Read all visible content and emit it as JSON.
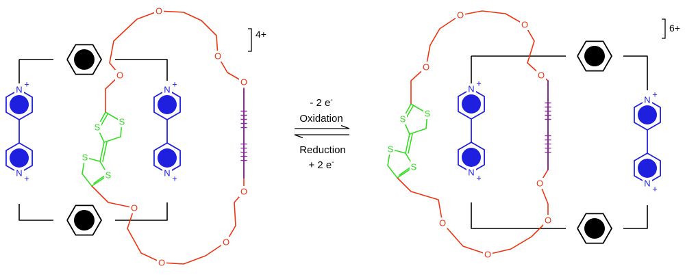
{
  "colors": {
    "bond": "#000000",
    "viologen": "#1f1fe0",
    "ttf": "#33dd22",
    "ether": "#ee3311",
    "alkyne": "#8a2a9a"
  },
  "atoms": {
    "oxygen": "O",
    "sulfur": "S",
    "nitrogen": "N",
    "plus": "+"
  },
  "left": {
    "charge": "4+"
  },
  "right": {
    "charge": "6+"
  },
  "arrows": {
    "top_coef": "- 2 e",
    "top_sup": "-",
    "top_label": "Oxidation",
    "bottom_label": "Reduction",
    "bottom_coef": "+ 2 e",
    "bottom_sup": "-"
  }
}
